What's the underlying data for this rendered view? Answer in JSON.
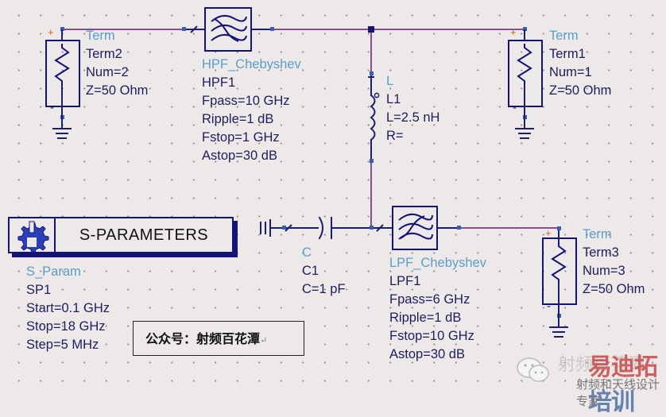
{
  "components": {
    "term2": {
      "type": "Term",
      "name": "Term2",
      "num": "Num=2",
      "z": "Z=50 Ohm"
    },
    "term1": {
      "type": "Term",
      "name": "Term1",
      "num": "Num=1",
      "z": "Z=50 Ohm"
    },
    "term3": {
      "type": "Term",
      "name": "Term3",
      "num": "Num=3",
      "z": "Z=50 Ohm"
    },
    "hpf": {
      "type": "HPF_Chebyshev",
      "name": "HPF1",
      "params": [
        "Fpass=10 GHz",
        "Ripple=1 dB",
        "Fstop=1 GHz",
        "Astop=30 dB"
      ]
    },
    "lpf": {
      "type": "LPF_Chebyshev",
      "name": "LPF1",
      "params": [
        "Fpass=6 GHz",
        "Ripple=1 dB",
        "Fstop=10 GHz",
        "Astop=30 dB"
      ]
    },
    "l1": {
      "type": "L",
      "name": "L1",
      "params": [
        "L=2.5 nH",
        "R="
      ]
    },
    "c1": {
      "type": "C",
      "name": "C1",
      "params": [
        "C=1 pF"
      ]
    },
    "sparam": {
      "banner": "S-PARAMETERS",
      "type": "S_Param",
      "name": "SP1",
      "params": [
        "Start=0.1 GHz",
        "Stop=18 GHz",
        "Step=5 MHz"
      ]
    }
  },
  "terminal_marks": {
    "plus": "+",
    "minus": "-"
  },
  "note": {
    "text": "公众号：射频百花潭",
    "return_mark": "↵"
  },
  "watermark": {
    "brand_a": "易迪拓",
    "brand_b": "培训",
    "subtitle": "射频和天线设计专家",
    "ghost": "射频百花潭"
  },
  "colors": {
    "wire": "#1e1e6e",
    "net_highlight": "#c86e9a",
    "label_type": "#5a9ec8",
    "label_text": "#1e1e5e",
    "component": "#141478"
  }
}
